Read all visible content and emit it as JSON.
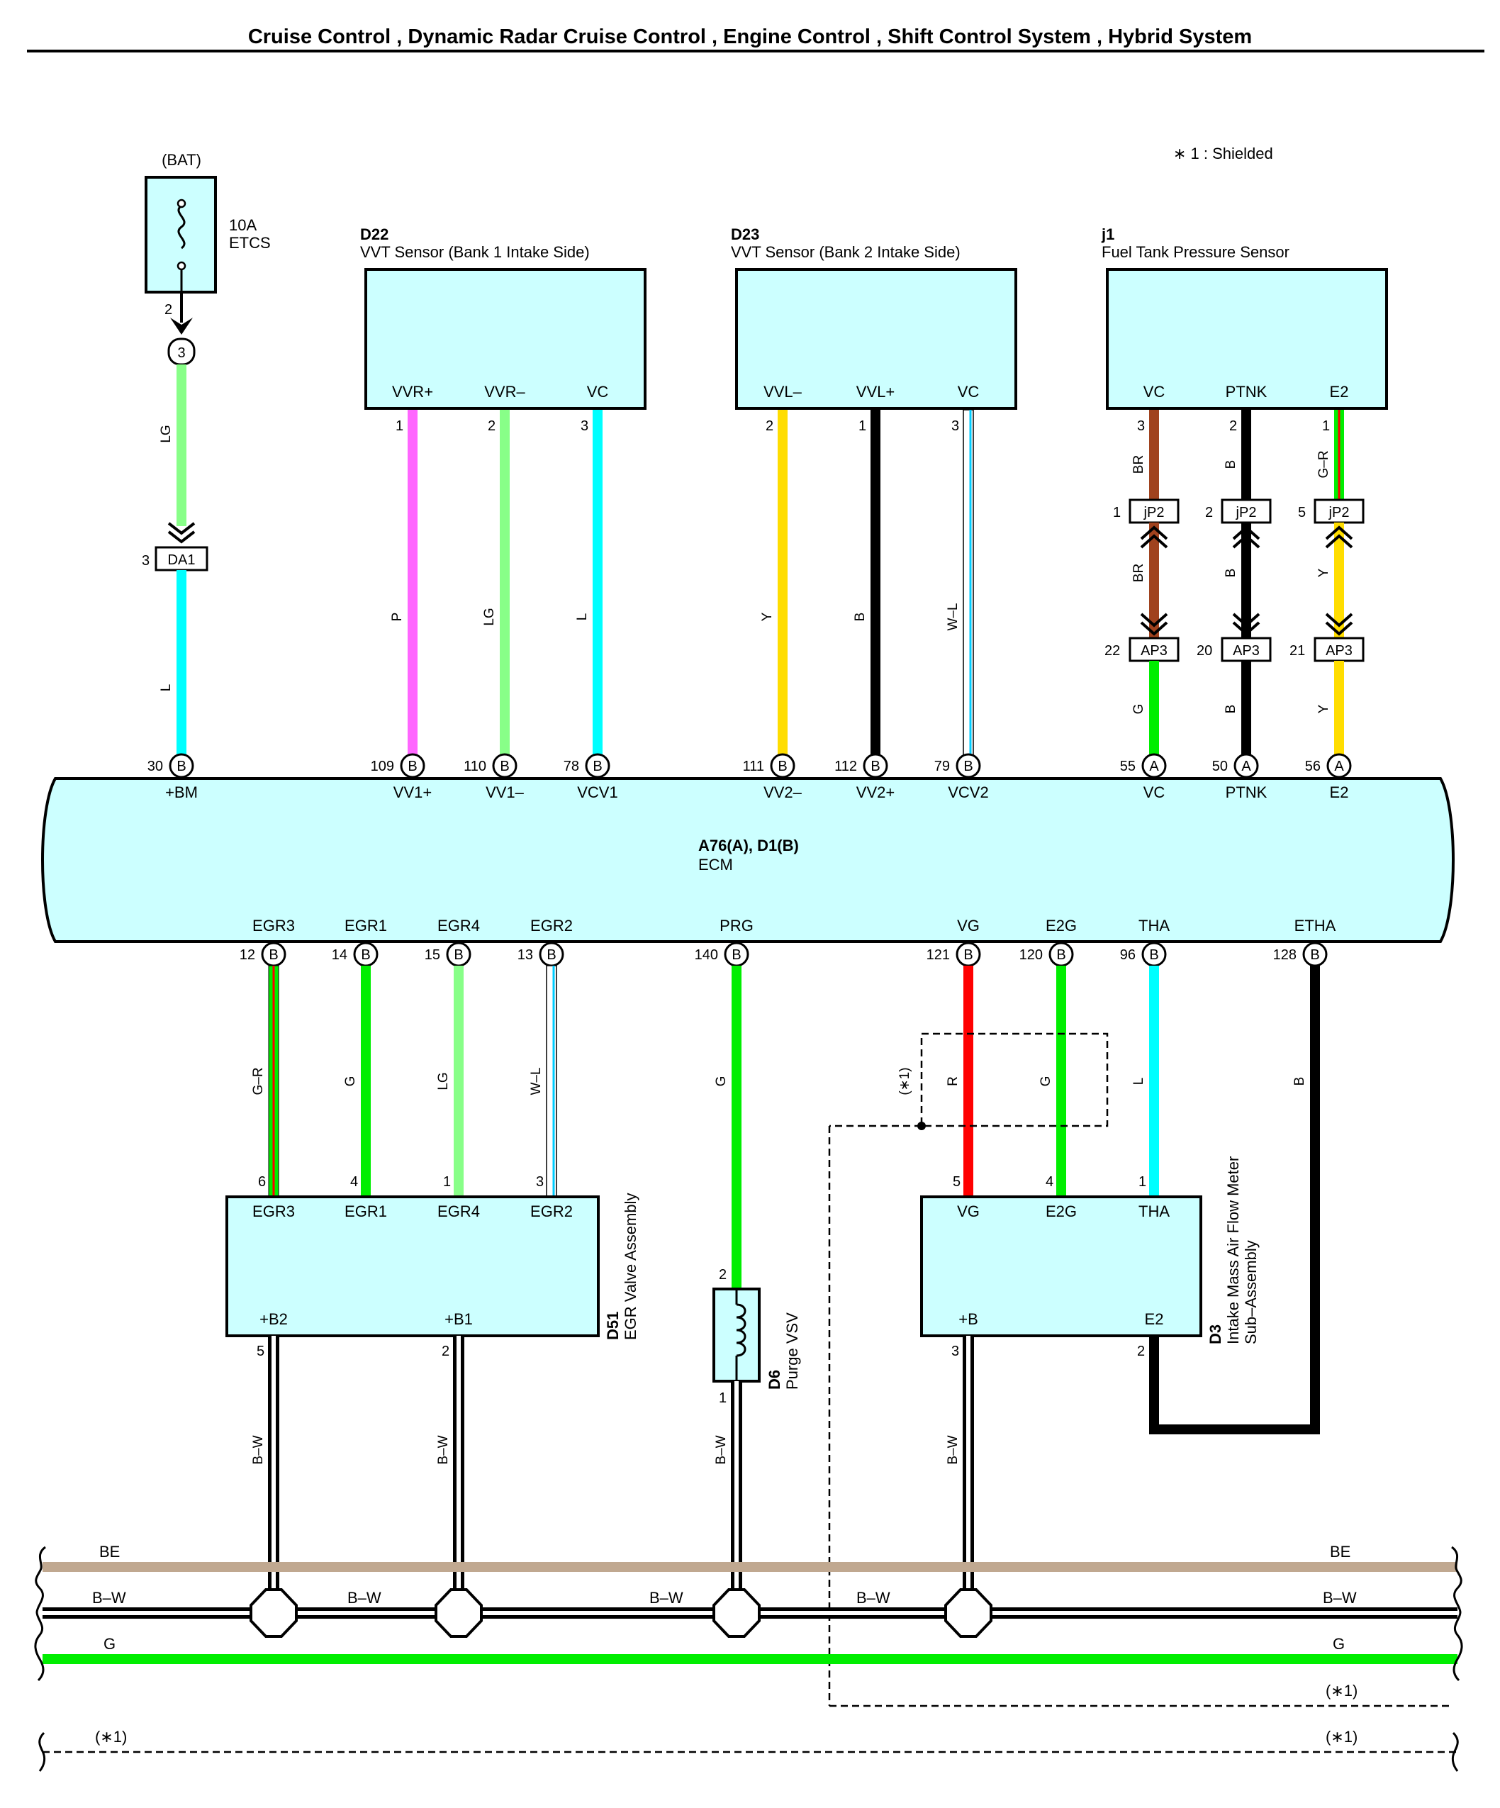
{
  "title": "Cruise Control , Dynamic Radar Cruise Control , Engine Control , Shift Control System , Hybrid System",
  "legend_note": "∗ 1 : Shielded",
  "colors": {
    "P": "#ff66ff",
    "LG": "#88ff88",
    "L": "#00ffff",
    "Y": "#ffdd00",
    "B": "#000000",
    "BR": "#a0421e",
    "G": "#00ee00",
    "R": "#ff0000",
    "BE": "#c0a890",
    "W": "#ffffff",
    "component_fill": "#ccffff"
  },
  "fuse": {
    "source": "(BAT)",
    "rating": "10A",
    "name": "ETCS",
    "pin": "2",
    "junction": "3"
  },
  "components": {
    "d22": {
      "code": "D22",
      "name": "VVT Sensor (Bank 1 Intake Side)",
      "pins": [
        "VVR+",
        "VVR–",
        "VC"
      ],
      "pin_numbers": [
        "1",
        "2",
        "3"
      ],
      "wire_colors": [
        "P",
        "LG",
        "L"
      ]
    },
    "d23": {
      "code": "D23",
      "name": "VVT Sensor (Bank 2 Intake Side)",
      "pins": [
        "VVL–",
        "VVL+",
        "VC"
      ],
      "pin_numbers": [
        "2",
        "1",
        "3"
      ],
      "wire_colors": [
        "Y",
        "B",
        "W–L"
      ]
    },
    "j1": {
      "code": "j1",
      "name": "Fuel Tank Pressure Sensor",
      "pins": [
        "VC",
        "PTNK",
        "E2"
      ],
      "pin_numbers": [
        "3",
        "2",
        "1"
      ],
      "wire_colors": [
        "BR",
        "B",
        "G–R"
      ]
    },
    "d51": {
      "code": "D51",
      "name": "EGR Valve Assembly",
      "pins": [
        "EGR3",
        "EGR1",
        "EGR4",
        "EGR2"
      ],
      "pin_numbers": [
        "6",
        "4",
        "1",
        "3"
      ],
      "power_pins": [
        "+B2",
        "+B1"
      ],
      "power_pin_numbers": [
        "5",
        "2"
      ]
    },
    "d6": {
      "code": "D6",
      "name": "Purge VSV",
      "pin_numbers": [
        "2",
        "1"
      ]
    },
    "d3": {
      "code": "D3",
      "name": "Intake Mass Air Flow Meter",
      "name2": "Sub–Assembly",
      "pins": [
        "VG",
        "E2G",
        "THA"
      ],
      "pin_numbers": [
        "5",
        "4",
        "1"
      ],
      "power_pins": [
        "+B",
        "E2"
      ],
      "power_pin_numbers": [
        "3",
        "2"
      ]
    }
  },
  "connectors": {
    "da1": {
      "name": "DA1",
      "pin": "3"
    },
    "jp2": {
      "name": "jP2",
      "pins": [
        "1",
        "2",
        "5"
      ]
    },
    "ap3": {
      "name": "AP3",
      "pins": [
        "22",
        "20",
        "21"
      ]
    }
  },
  "ecm": {
    "code": "A76(A), D1(B)",
    "name": "ECM",
    "top_pins": [
      {
        "num": "30",
        "conn": "B",
        "name": "+BM"
      },
      {
        "num": "109",
        "conn": "B",
        "name": "VV1+"
      },
      {
        "num": "110",
        "conn": "B",
        "name": "VV1–"
      },
      {
        "num": "78",
        "conn": "B",
        "name": "VCV1"
      },
      {
        "num": "111",
        "conn": "B",
        "name": "VV2–"
      },
      {
        "num": "112",
        "conn": "B",
        "name": "VV2+"
      },
      {
        "num": "79",
        "conn": "B",
        "name": "VCV2"
      },
      {
        "num": "55",
        "conn": "A",
        "name": "VC"
      },
      {
        "num": "50",
        "conn": "A",
        "name": "PTNK"
      },
      {
        "num": "56",
        "conn": "A",
        "name": "E2"
      }
    ],
    "bottom_pins": [
      {
        "num": "12",
        "conn": "B",
        "name": "EGR3"
      },
      {
        "num": "14",
        "conn": "B",
        "name": "EGR1"
      },
      {
        "num": "15",
        "conn": "B",
        "name": "EGR4"
      },
      {
        "num": "13",
        "conn": "B",
        "name": "EGR2"
      },
      {
        "num": "140",
        "conn": "B",
        "name": "PRG"
      },
      {
        "num": "121",
        "conn": "B",
        "name": "VG"
      },
      {
        "num": "120",
        "conn": "B",
        "name": "E2G"
      },
      {
        "num": "96",
        "conn": "B",
        "name": "THA"
      },
      {
        "num": "128",
        "conn": "B",
        "name": "ETHA"
      }
    ]
  },
  "wire_labels": {
    "fuse_upper": "LG",
    "fuse_lower": "L",
    "d22": [
      "P",
      "LG",
      "L"
    ],
    "d23": [
      "Y",
      "B",
      "W–L"
    ],
    "j1_upper": [
      "BR",
      "B",
      "G–R"
    ],
    "j1_mid": [
      "BR",
      "B",
      "Y"
    ],
    "j1_lower": [
      "G",
      "B",
      "Y"
    ],
    "egr": [
      "G–R",
      "G",
      "LG",
      "W–L"
    ],
    "prg": "G",
    "maf": [
      "R",
      "G",
      "L"
    ],
    "etha": "B",
    "ground": [
      "B–W",
      "B–W",
      "B–W",
      "B–W"
    ]
  },
  "shield_label": "(∗1)",
  "buses": {
    "be": "BE",
    "bw": "B–W",
    "g": "G",
    "shield": "(∗1)"
  }
}
